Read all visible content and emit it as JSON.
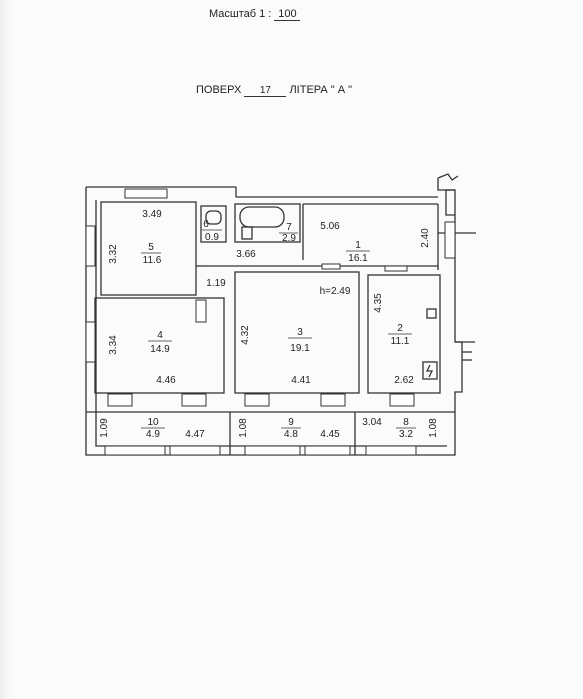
{
  "header": {
    "scale_label": "Масштаб 1 :",
    "scale_value": "100",
    "floor_label": "ПОВЕРХ",
    "floor_value": "17",
    "litera_label": "ЛІТЕРА",
    "litera_value": "\" А \""
  },
  "rooms": [
    {
      "id": "1",
      "area": "16.1"
    },
    {
      "id": "2",
      "area": "11.1"
    },
    {
      "id": "3",
      "area": "19.1"
    },
    {
      "id": "4",
      "area": "14.9"
    },
    {
      "id": "5",
      "area": "11.6"
    },
    {
      "id": "6",
      "area": "0.9"
    },
    {
      "id": "7",
      "area": "2.9"
    },
    {
      "id": "8",
      "area": "3.2"
    },
    {
      "id": "9",
      "area": "4.8"
    },
    {
      "id": "10",
      "area": "4.9"
    }
  ],
  "dimensions": {
    "d_3_49": "3.49",
    "d_3_32": "3.32",
    "d_5_06": "5.06",
    "d_2_40": "2.40",
    "d_3_66": "3.66",
    "d_1_19": "1.19",
    "d_h": "h=2.49",
    "d_4_35": "4.35",
    "d_3_34": "3.34",
    "d_4_32": "4.32",
    "d_4_46": "4.46",
    "d_4_41": "4.41",
    "d_2_62": "2.62",
    "d_1_09": "1.09",
    "d_4_47": "4.47",
    "d_1_08a": "1.08",
    "d_4_45": "4.45",
    "d_3_04": "3.04",
    "d_1_08b": "1.08"
  }
}
